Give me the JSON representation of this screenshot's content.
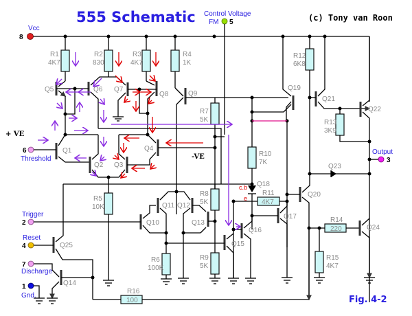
{
  "title": "555 Schematic",
  "copyright": "(c) Tony van Roon",
  "figure": "Fig. 4-2",
  "polarity": {
    "plus": "+ VE",
    "minus": "-VE"
  },
  "emitter_labels": {
    "cb": "c.b",
    "e": "e"
  },
  "pins": [
    {
      "num": "8",
      "label": "Vcc",
      "color": "#e02020"
    },
    {
      "num": "5",
      "label": "Control Voltage",
      "sublabel": "FM",
      "color": "#99e000"
    },
    {
      "num": "6",
      "label": "Threshold",
      "color": "#f0a0f0"
    },
    {
      "num": "2",
      "label": "Trigger",
      "color": "#f0a0f0"
    },
    {
      "num": "4",
      "label": "Reset",
      "color": "#f0c000"
    },
    {
      "num": "7",
      "label": "Discharge",
      "color": "#f0a0f0"
    },
    {
      "num": "1",
      "label": "Gnd.",
      "color": "#1010e0"
    },
    {
      "num": "3",
      "label": "Output",
      "color": "#f020f0"
    }
  ],
  "resistors": [
    {
      "name": "R1",
      "value": "4K7"
    },
    {
      "name": "R2",
      "value": "830"
    },
    {
      "name": "R3",
      "value": "4K7"
    },
    {
      "name": "R4",
      "value": "1K"
    },
    {
      "name": "R5",
      "value": "10K"
    },
    {
      "name": "R6",
      "value": "100K"
    },
    {
      "name": "R7",
      "value": "5K"
    },
    {
      "name": "R8",
      "value": "5K"
    },
    {
      "name": "R9",
      "value": "5K"
    },
    {
      "name": "R10",
      "value": "7K"
    },
    {
      "name": "R11",
      "value": "4K7"
    },
    {
      "name": "R12",
      "value": "6K8"
    },
    {
      "name": "R13",
      "value": "3K9"
    },
    {
      "name": "R14",
      "value": "220"
    },
    {
      "name": "R15",
      "value": "4K7"
    },
    {
      "name": "R16",
      "value": "100"
    }
  ],
  "transistors": [
    "Q1",
    "Q2",
    "Q3",
    "Q4",
    "Q5",
    "Q6",
    "Q7",
    "Q8",
    "Q9",
    "Q10",
    "Q11",
    "Q12",
    "Q13",
    "Q14",
    "Q15",
    "Q16",
    "Q17",
    "Q18",
    "Q19",
    "Q20",
    "Q21",
    "Q22",
    "Q23",
    "Q24",
    "Q25"
  ],
  "colors": {
    "wire": "#000000",
    "resistor_fill": "#cdf7f7",
    "current_pos": "#8a2be2",
    "current_neg": "#e00000",
    "bus_magenta": "#e0108a",
    "title": "#2a1fe0"
  }
}
